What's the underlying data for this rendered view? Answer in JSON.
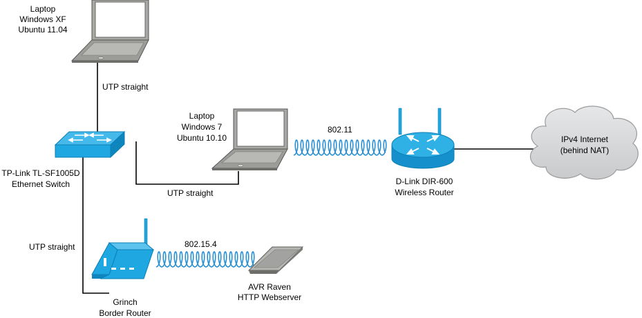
{
  "nodes": {
    "laptop_top": {
      "lines": [
        "Laptop",
        "Windows XF",
        "Ubuntu 11.04"
      ]
    },
    "laptop_mid": {
      "lines": [
        "Laptop",
        "Windows 7",
        "Ubuntu 10.10"
      ]
    },
    "switch": {
      "lines": [
        "TP-Link TL-SF1005D",
        "Ethernet Switch"
      ]
    },
    "wireless_router": {
      "lines": [
        "D-Link DIR-600",
        "Wireless Router"
      ]
    },
    "internet": {
      "lines": [
        "IPv4 Internet",
        "(behind NAT)"
      ]
    },
    "border_router": {
      "lines": [
        "Grinch",
        "Border Router"
      ]
    },
    "raven": {
      "lines": [
        "AVR Raven",
        "HTTP Webserver"
      ]
    }
  },
  "links": {
    "laptop_switch": "UTP straight",
    "switch_laptop": "UTP straight",
    "switch_border": "UTP straight",
    "wifi": "802.11",
    "zigbee": "802.15.4"
  },
  "colors": {
    "device_blue": "#1ea7e0",
    "device_blue_dark": "#0d7fb5",
    "laptop_body": "#a7a7a4",
    "laptop_dark": "#6d6d6a",
    "cloud_fill": "#d9dadb",
    "wave": "#2a8fd0"
  }
}
